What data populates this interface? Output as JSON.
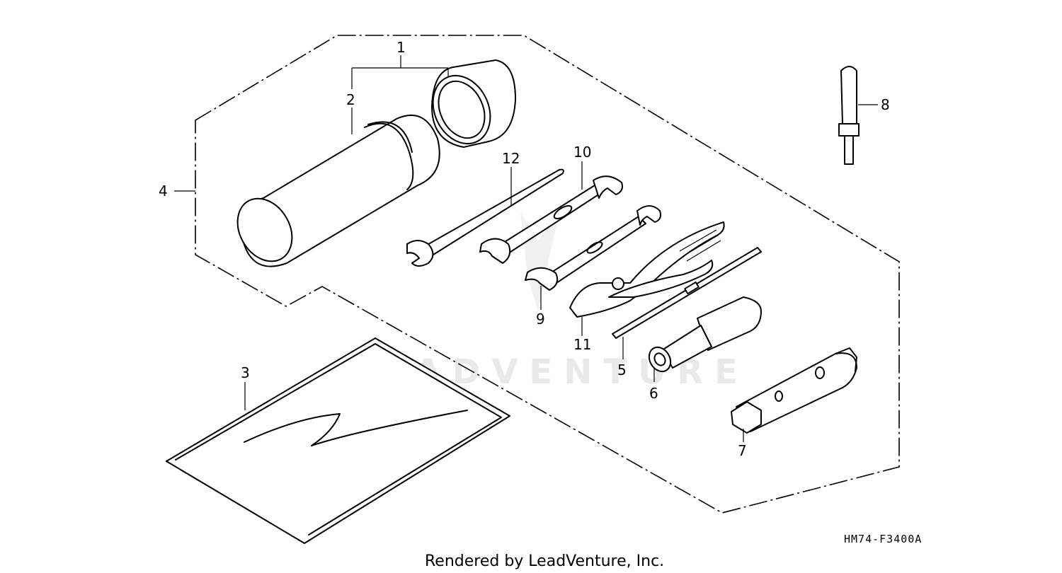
{
  "callouts": {
    "c1": "1",
    "c2": "2",
    "c3": "3",
    "c4": "4",
    "c5": "5",
    "c6": "6",
    "c7": "7",
    "c8": "8",
    "c9": "9",
    "c10": "10",
    "c11": "11",
    "c12": "12"
  },
  "diagram_code": "HM74-F3400A",
  "watermark": "LEADVENTURE",
  "footer_text": "Rendered by LeadVenture, Inc."
}
